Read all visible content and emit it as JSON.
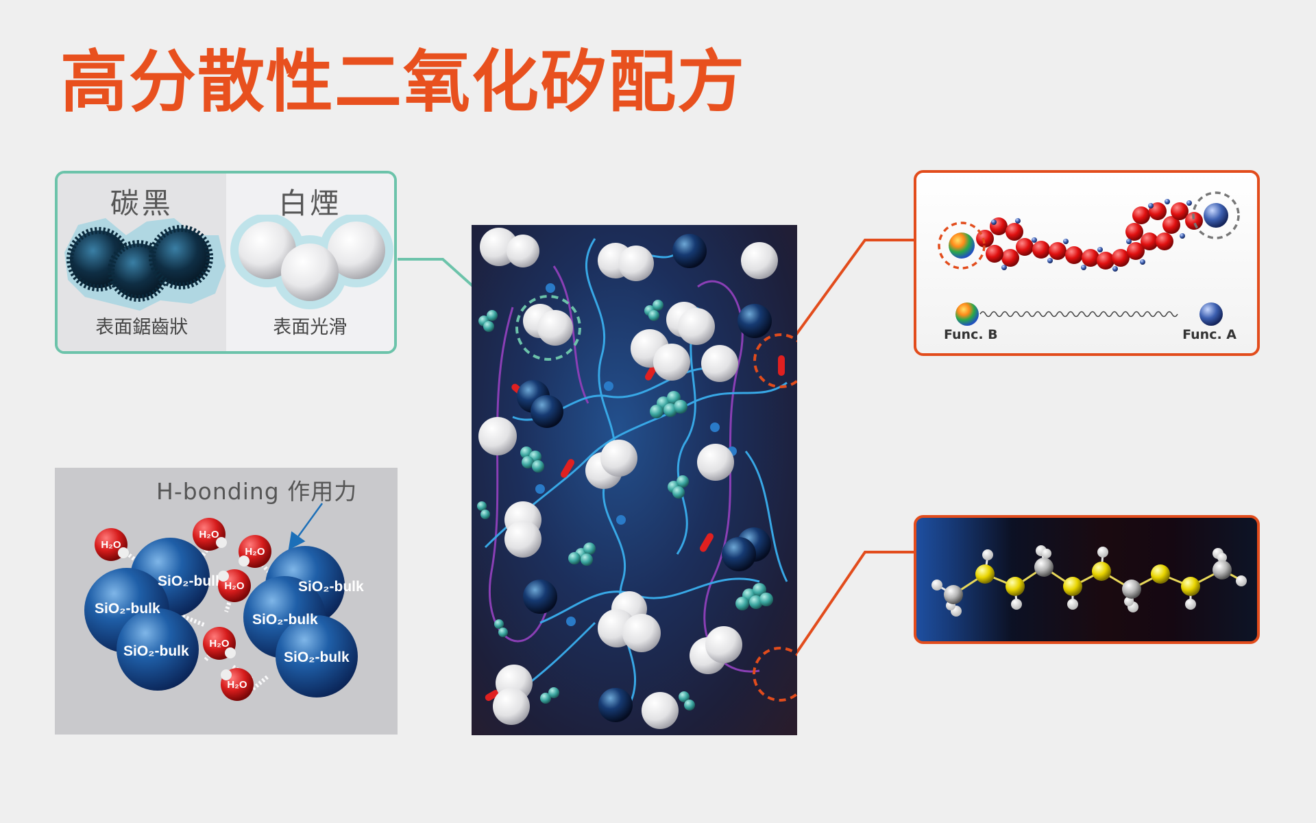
{
  "title": "高分散性二氧化矽配方",
  "comparison": {
    "left": {
      "heading": "碳黑",
      "caption": "表面鋸齒狀"
    },
    "right": {
      "heading": "白煙",
      "caption": "表面光滑"
    }
  },
  "hbonding": {
    "label": "H-bonding 作用力",
    "water_label": "H₂O",
    "sphere_label": "SiO₂-bulk"
  },
  "functional_silane": {
    "func_b": "Func. B",
    "func_a": "Func. A"
  },
  "colors": {
    "title": "#e8501e",
    "teal_border": "#6cc3aa",
    "orange_border": "#e24c1c"
  }
}
